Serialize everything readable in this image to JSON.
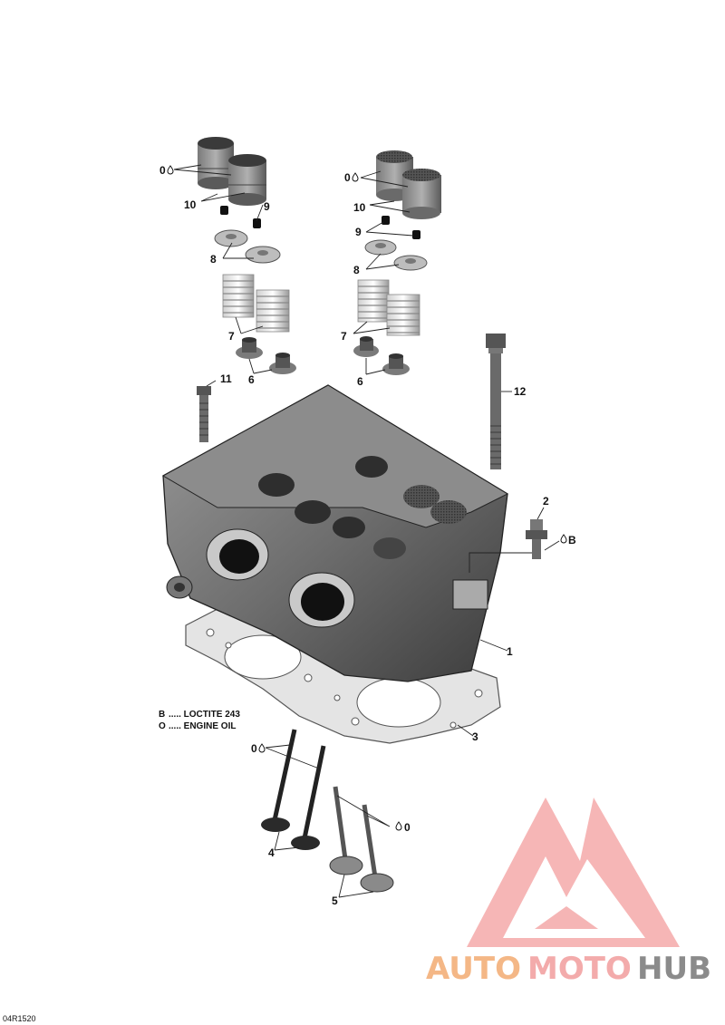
{
  "callouts": {
    "c1": "1",
    "c2": "2",
    "c3": "3",
    "c4": "4",
    "c5": "5",
    "c6a": "6",
    "c6b": "6",
    "c7a": "7",
    "c7b": "7",
    "c8a": "8",
    "c8b": "8",
    "c9a": "9",
    "c9b": "9",
    "c10a": "10",
    "c10b": "10",
    "c11": "11",
    "c12": "12",
    "c0a": "0",
    "c0b": "0",
    "c0c": "0",
    "c0d": "0",
    "cB": "B"
  },
  "legend": {
    "b_code": "B",
    "b_text": "..... LOCTITE 243",
    "o_code": "O",
    "o_text": "..... ENGINE OIL"
  },
  "reference_code": "04R1520",
  "watermark": {
    "word_a": "AUTO",
    "word_b": "MOTO",
    "word_c": "HUB",
    "color_a": "#f3b07a",
    "color_b": "#f2a3a3",
    "color_c": "#7f7f7f"
  }
}
